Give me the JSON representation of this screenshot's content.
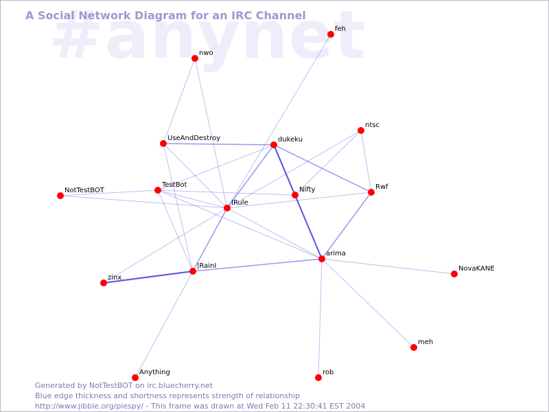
{
  "diagram": {
    "watermark": "#anynet",
    "title": "A Social Network Diagram for an IRC Channel",
    "node_color": "#ff0000",
    "edge_color": "#4444dd",
    "nodes": [
      {
        "id": "feh",
        "label": "feh"
      },
      {
        "id": "nwo",
        "label": "nwo"
      },
      {
        "id": "UseAndDestroy",
        "label": "UseAndDestroy"
      },
      {
        "id": "dukeku",
        "label": "dukeku"
      },
      {
        "id": "ntsc",
        "label": "ntsc"
      },
      {
        "id": "NotTestBOT",
        "label": "NotTestBOT"
      },
      {
        "id": "TestBot",
        "label": "TestBot"
      },
      {
        "id": "Nifty",
        "label": "Nifty"
      },
      {
        "id": "Rwf",
        "label": "Rwf"
      },
      {
        "id": "IRule",
        "label": "IRule"
      },
      {
        "id": "arima",
        "label": "arima"
      },
      {
        "id": "IRainI",
        "label": "|RainI"
      },
      {
        "id": "zinx",
        "label": "zinx"
      },
      {
        "id": "NovaKANE",
        "label": "NovaKANE"
      },
      {
        "id": "meh",
        "label": "meh"
      },
      {
        "id": "Anything",
        "label": "Anything"
      },
      {
        "id": "rob",
        "label": "rob"
      }
    ],
    "edges": [
      {
        "from": "feh",
        "to": "IRule",
        "strength": 1
      },
      {
        "from": "nwo",
        "to": "UseAndDestroy",
        "strength": 1
      },
      {
        "from": "nwo",
        "to": "IRule",
        "strength": 1
      },
      {
        "from": "UseAndDestroy",
        "to": "dukeku",
        "strength": 2
      },
      {
        "from": "UseAndDestroy",
        "to": "IRule",
        "strength": 1
      },
      {
        "from": "UseAndDestroy",
        "to": "IRainI",
        "strength": 1
      },
      {
        "from": "dukeku",
        "to": "TestBot",
        "strength": 1
      },
      {
        "from": "dukeku",
        "to": "IRule",
        "strength": 2
      },
      {
        "from": "dukeku",
        "to": "Nifty",
        "strength": 1
      },
      {
        "from": "dukeku",
        "to": "Rwf",
        "strength": 2
      },
      {
        "from": "dukeku",
        "to": "arima",
        "strength": 3
      },
      {
        "from": "ntsc",
        "to": "IRule",
        "strength": 1
      },
      {
        "from": "ntsc",
        "to": "Nifty",
        "strength": 1
      },
      {
        "from": "ntsc",
        "to": "Rwf",
        "strength": 1
      },
      {
        "from": "NotTestBOT",
        "to": "TestBot",
        "strength": 1
      },
      {
        "from": "NotTestBOT",
        "to": "IRule",
        "strength": 1
      },
      {
        "from": "TestBot",
        "to": "Nifty",
        "strength": 1
      },
      {
        "from": "TestBot",
        "to": "IRule",
        "strength": 1
      },
      {
        "from": "TestBot",
        "to": "IRainI",
        "strength": 1
      },
      {
        "from": "TestBot",
        "to": "arima",
        "strength": 1
      },
      {
        "from": "IRule",
        "to": "Rwf",
        "strength": 1
      },
      {
        "from": "IRule",
        "to": "arima",
        "strength": 1
      },
      {
        "from": "IRule",
        "to": "IRainI",
        "strength": 2
      },
      {
        "from": "IRule",
        "to": "zinx",
        "strength": 1
      },
      {
        "from": "Rwf",
        "to": "arima",
        "strength": 2
      },
      {
        "from": "arima",
        "to": "IRainI",
        "strength": 2
      },
      {
        "from": "arima",
        "to": "NovaKANE",
        "strength": 1
      },
      {
        "from": "arima",
        "to": "meh",
        "strength": 1
      },
      {
        "from": "arima",
        "to": "rob",
        "strength": 1
      },
      {
        "from": "IRainI",
        "to": "zinx",
        "strength": 3
      },
      {
        "from": "IRainI",
        "to": "Anything",
        "strength": 1
      }
    ]
  },
  "footer": {
    "line1": "Generated by NotTestBOT on irc.bluecherry.net",
    "line2": "Blue edge thickness and shortness represents strength of relationship",
    "line3": "http://www.jibble.org/piespy/ - This frame was drawn at Wed Feb 11 22:30:41 EST 2004"
  }
}
